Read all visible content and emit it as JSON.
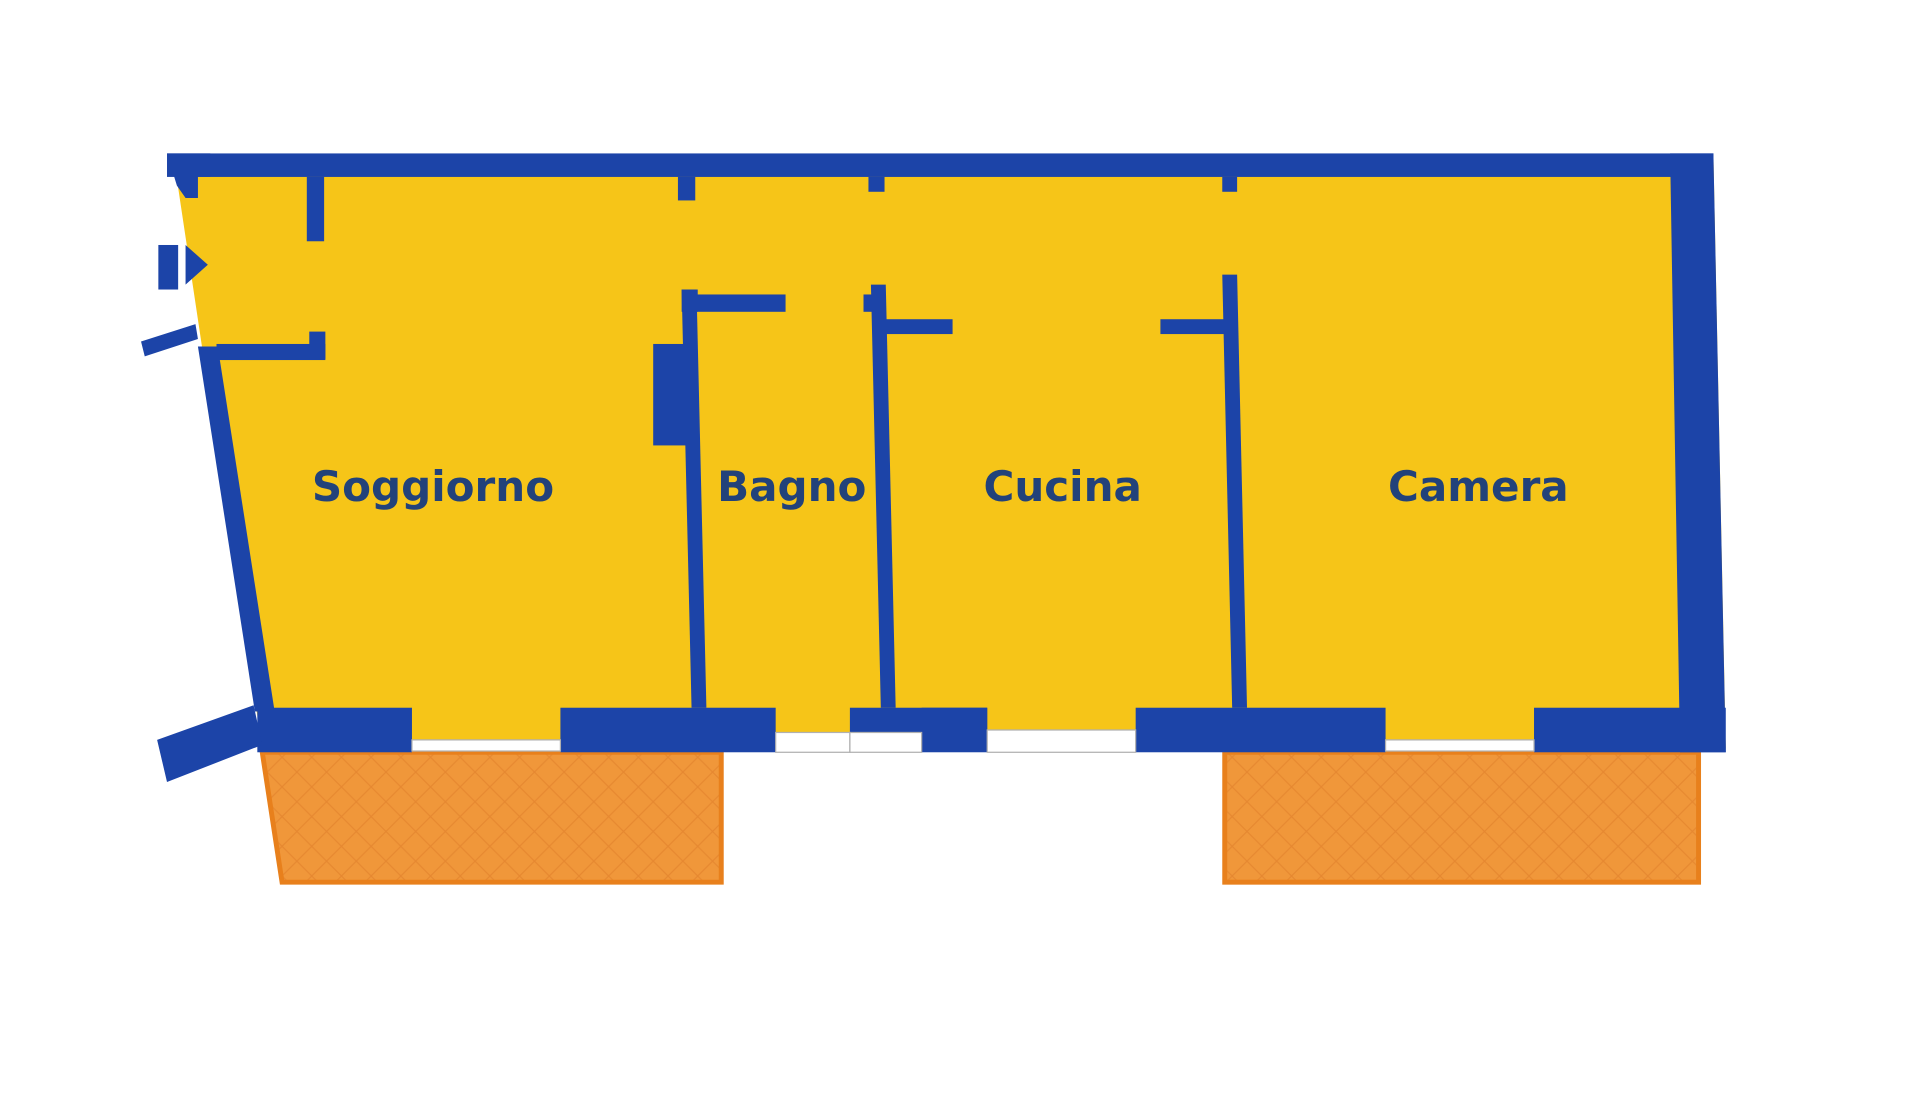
{
  "floorplan": {
    "rooms": [
      {
        "name": "Soggiorno"
      },
      {
        "name": "Bagno"
      },
      {
        "name": "Cucina"
      },
      {
        "name": "Camera"
      }
    ]
  },
  "colors": {
    "floor": "#f6c518",
    "wall": "#1c44a8",
    "balcony": "#f0973a",
    "balcony_border": "#e8801c",
    "label": "#22427a",
    "window": "#ffffff"
  }
}
